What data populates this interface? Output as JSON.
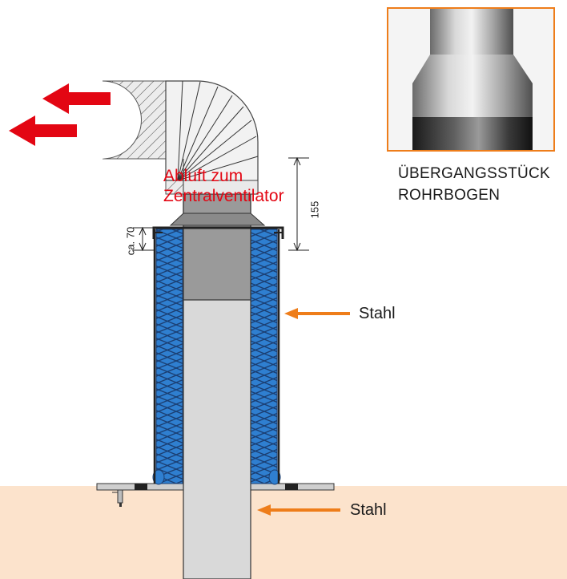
{
  "labels": {
    "abluft_line1": "Abluft zum",
    "abluft_line2": "Zentralventilator",
    "inset_caption_line1": "ÜBERGANGSSTÜCK",
    "inset_caption_line2": "ROHRBOGEN",
    "stahl_upper": "Stahl",
    "stahl_lower": "Stahl"
  },
  "dimensions": {
    "height_155": "155",
    "ca_70": "ca. 70"
  },
  "colors": {
    "floor": "#fce3cc",
    "insulation_blue": "#2f7fd0",
    "insulation_lines": "#1b3f73",
    "pipe_gray": "#d9d9d9",
    "sleeve_gray": "#9a9a9a",
    "arrow_red": "#e30613",
    "arrow_orange": "#ee7d1a",
    "inset_border": "#ee7d1a"
  }
}
